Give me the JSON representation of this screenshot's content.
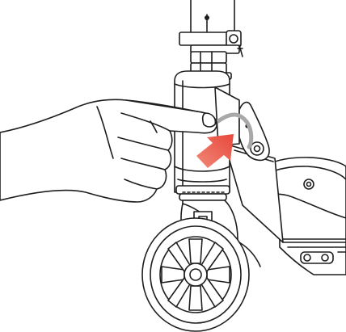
{
  "diagram": {
    "colors": {
      "line": "#1e1e1e",
      "fill": "#ffffff",
      "arrow_start": "#f08a7a",
      "arrow_end": "#e8473a",
      "latch_highlight": "#a8a8a8"
    },
    "parts": [
      "handlebar-stem",
      "stem-clamp",
      "hinge-knuckles",
      "steering-column",
      "folding-latch-lever",
      "fork",
      "front-wheel",
      "deck",
      "rear-fender",
      "pointing-hand",
      "press-direction-arrow"
    ]
  }
}
